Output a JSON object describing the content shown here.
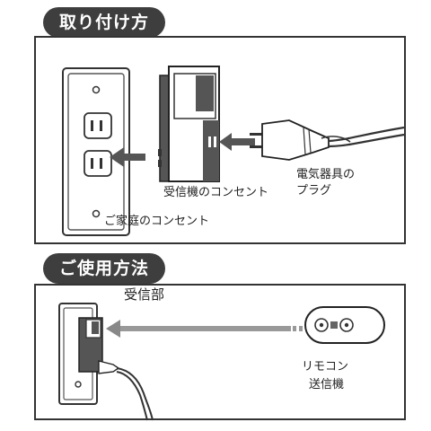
{
  "section1": {
    "title": "取り付け方",
    "labels": {
      "receiver_outlet": "受信機のコンセント",
      "plug_line1": "電気器具の",
      "plug_line2": "プラグ",
      "wall_outlet": "ご家庭のコンセント"
    }
  },
  "section2": {
    "title": "ご使用方法",
    "labels": {
      "receiver_part": "受信部",
      "remote_line1": "リモコン",
      "remote_line2": "送信機"
    }
  },
  "colors": {
    "dark": "#3e3e3e",
    "arrow": "#555555",
    "panel_border": "#333333"
  }
}
